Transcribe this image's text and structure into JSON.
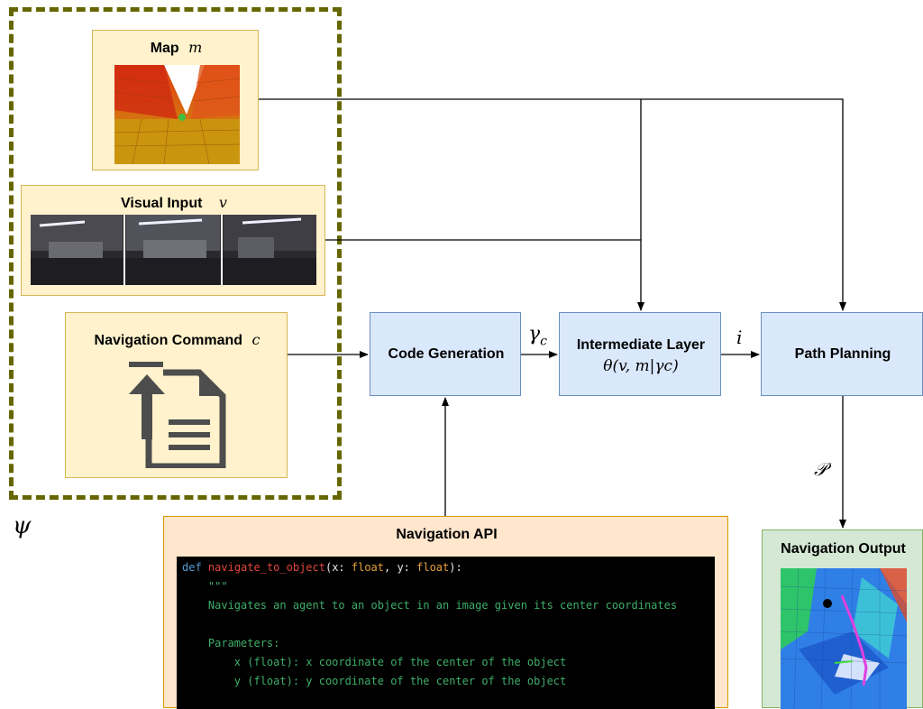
{
  "map_box": {
    "label": "Map",
    "symbol": "m"
  },
  "visual_box": {
    "label": "Visual Input",
    "symbol": "v"
  },
  "command_box": {
    "label": "Navigation Command",
    "symbol": "c"
  },
  "psi_symbol": "ψ",
  "code_gen_box": {
    "label": "Code Generation"
  },
  "intermediate_box": {
    "label": "Intermediate Layer",
    "formula": "θ(v, m|γc)"
  },
  "path_box": {
    "label": "Path Planning"
  },
  "api_box": {
    "label": "Navigation API",
    "code": {
      "def_kw": "def",
      "func_name": "navigate_to_object",
      "sig_open": "(x: ",
      "type1": "float",
      "sig_mid": ", y: ",
      "type2": "float",
      "sig_close": "):",
      "doc_quotes": "\"\"\"",
      "doc_line1": "Navigates an agent to an object in an image given its center coordinates",
      "params_header": "Parameters:",
      "param_x": "x (float): x coordinate of the center of the object",
      "param_y": "y (float): y coordinate of the center of the object"
    }
  },
  "output_box": {
    "label": "Navigation Output"
  },
  "edge_labels": {
    "gamma": "γ",
    "gamma_sub": "c",
    "i": "i",
    "P": "𝒫"
  },
  "colors": {
    "input_fill": "#fff2cc",
    "input_border": "#d6b656",
    "process_fill": "#dae8fc",
    "process_border": "#6c8ebf",
    "api_fill": "#ffe6cc",
    "api_border": "#d79b00",
    "output_fill": "#d5e8d4",
    "output_border": "#82b366",
    "group_border": "#666600",
    "code_bg": "#000000"
  }
}
